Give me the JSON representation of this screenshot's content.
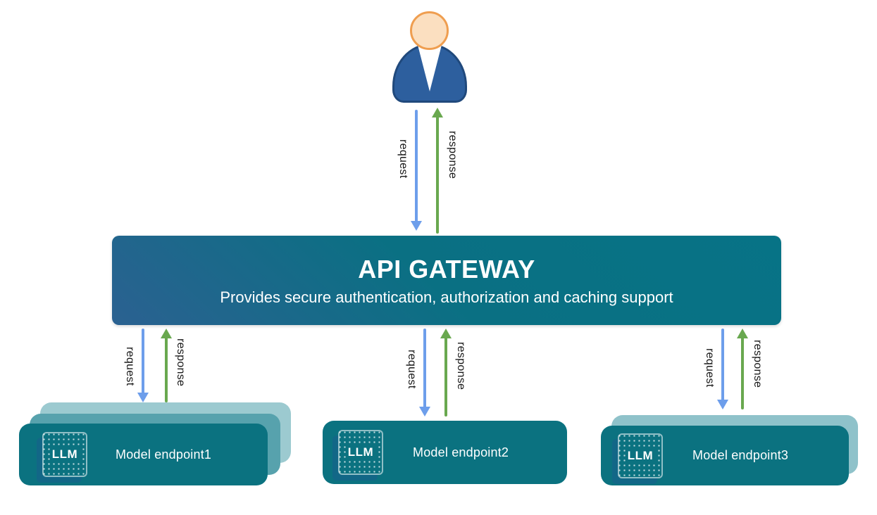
{
  "colors": {
    "request_arrow": "#6d9eeb",
    "response_arrow": "#69a84f",
    "gateway_teal": "#0a7083",
    "gateway_blue": "#2b6191",
    "endpoint_front": "#0b7280",
    "endpoint_layer_mid": "#57a2ad",
    "endpoint_layer_back": "#9ccad0",
    "user_head": "#fbdfc0",
    "user_body": "#2d5f9e"
  },
  "gateway": {
    "title": "API GATEWAY",
    "subtitle": "Provides secure authentication, authorization and caching support"
  },
  "flows": [
    {
      "request": "request",
      "response": "response"
    },
    {
      "request": "request",
      "response": "response"
    },
    {
      "request": "request",
      "response": "response"
    },
    {
      "request": "request",
      "response": "response"
    }
  ],
  "endpoints": [
    {
      "chip_label": "LLM",
      "name": "Model endpoint1",
      "stack_layers": 3
    },
    {
      "chip_label": "LLM",
      "name": "Model endpoint2",
      "stack_layers": 1
    },
    {
      "chip_label": "LLM",
      "name": "Model endpoint3",
      "stack_layers": 2
    }
  ]
}
